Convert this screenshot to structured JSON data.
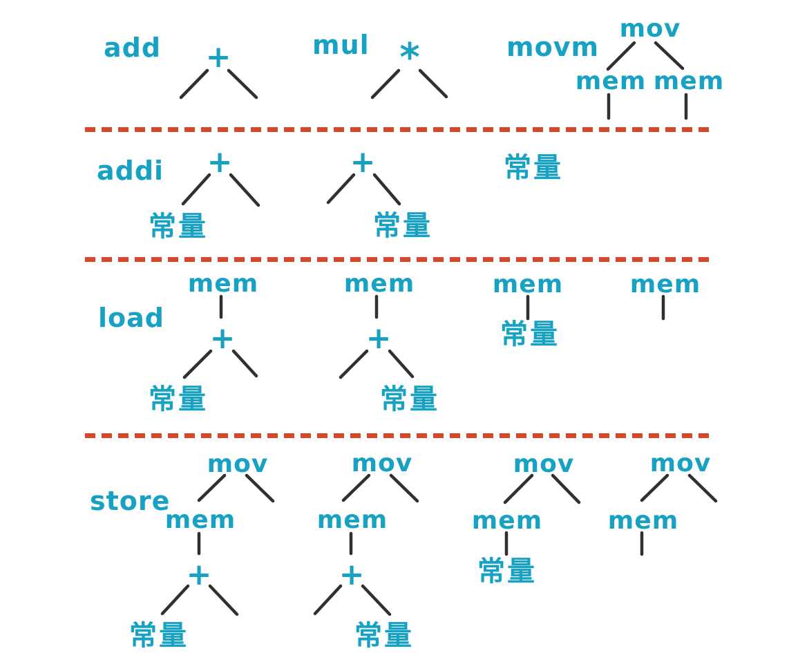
{
  "colors": {
    "text": "#17a2c3",
    "edge": "#303030",
    "divider": "#d8472b",
    "background": "#ffffff"
  },
  "sections": [
    {
      "instructions": [
        {
          "label": "add",
          "patterns": [
            {
              "nodes": {
                "root": "+"
              }
            }
          ]
        },
        {
          "label": "mul",
          "patterns": [
            {
              "nodes": {
                "root": "*"
              }
            }
          ]
        },
        {
          "label": "movm",
          "patterns": [
            {
              "nodes": {
                "root": "mov",
                "left_child": "mem",
                "right_child": "mem"
              }
            }
          ]
        }
      ]
    },
    {
      "instructions": [
        {
          "label": "addi",
          "patterns": [
            {
              "nodes": {
                "root": "+",
                "left_child": "常量"
              }
            },
            {
              "nodes": {
                "root": "+",
                "right_child": "常量"
              }
            },
            {
              "nodes": {
                "leaf": "常量"
              }
            }
          ]
        }
      ]
    },
    {
      "instructions": [
        {
          "label": "load",
          "patterns": [
            {
              "nodes": {
                "root": "mem",
                "child": "+",
                "left_grandchild": "常量"
              }
            },
            {
              "nodes": {
                "root": "mem",
                "child": "+",
                "right_grandchild": "常量"
              }
            },
            {
              "nodes": {
                "root": "mem",
                "child": "常量"
              }
            },
            {
              "nodes": {
                "root": "mem"
              }
            }
          ]
        }
      ]
    },
    {
      "instructions": [
        {
          "label": "store",
          "patterns": [
            {
              "nodes": {
                "root": "mov",
                "left_child": "mem",
                "grandchild": "+",
                "left_greatgrandchild": "常量"
              }
            },
            {
              "nodes": {
                "root": "mov",
                "left_child": "mem",
                "grandchild": "+",
                "right_greatgrandchild": "常量"
              }
            },
            {
              "nodes": {
                "root": "mov",
                "left_child": "mem",
                "grandchild": "常量"
              }
            },
            {
              "nodes": {
                "root": "mov",
                "left_child": "mem"
              }
            }
          ]
        }
      ]
    }
  ]
}
